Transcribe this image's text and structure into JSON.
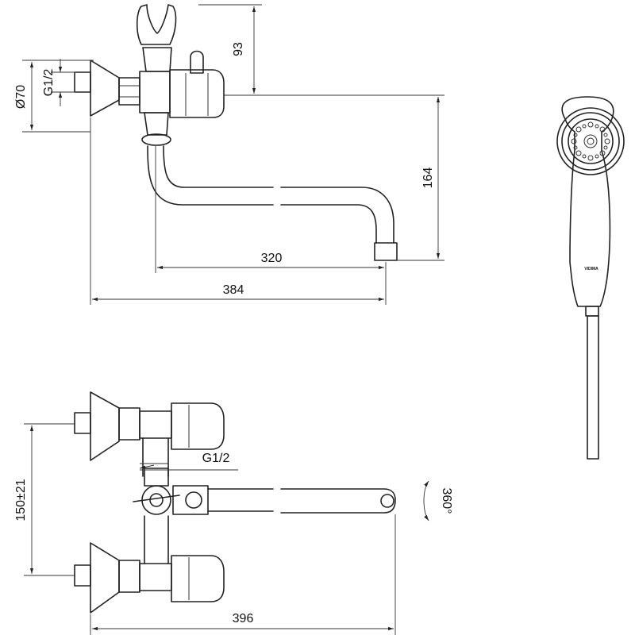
{
  "dimensions": {
    "height_top": "93",
    "diameter": "Ø70",
    "thread_top": "G1/2",
    "height_spout": "164",
    "reach_spout": "320",
    "length_total": "384",
    "thread_side": "G1/2",
    "center_distance": "150±21",
    "rotation": "360°",
    "length_bottom": "396"
  },
  "brand": "VIDIMA"
}
